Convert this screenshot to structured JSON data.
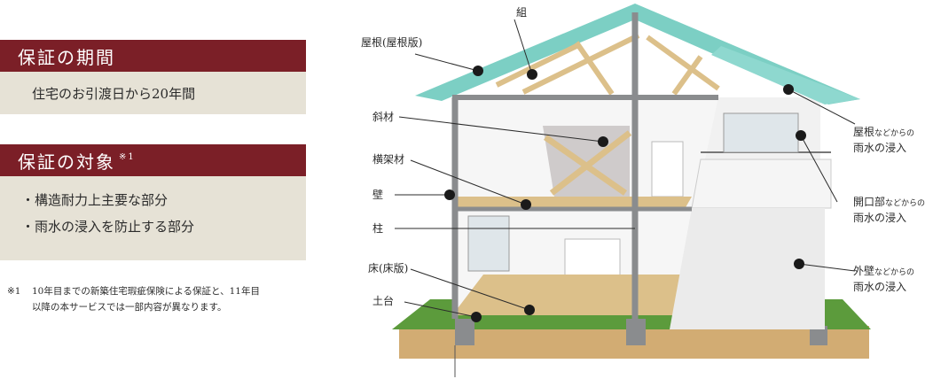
{
  "period": {
    "title": "保証の期間",
    "text": "住宅のお引渡日から20年間"
  },
  "scope": {
    "title": "保証の対象",
    "title_note": "※1",
    "items": [
      "・構造耐力上主要な部分",
      "・雨水の浸入を防止する部分"
    ]
  },
  "footnote": {
    "mark": "※1",
    "line1": "10年目までの新築住宅瑕疵保険による保証と、11年目",
    "line2": "以降の本サービスでは一部内容が異なります。"
  },
  "labels": {
    "kumi": "組",
    "yane": "屋根(屋根版)",
    "shazai": "斜材",
    "yokokazai": "横架材",
    "kabe": "壁",
    "hashira": "柱",
    "yuka": "床(床版)",
    "dodai": "土台",
    "rain_roof_main": "屋根",
    "rain_roof_small": "などからの",
    "rain_roof_line2": "雨水の浸入",
    "rain_open_main": "開口部",
    "rain_open_small": "などからの",
    "rain_open_line2": "雨水の浸入",
    "rain_wall_main": "外壁",
    "rain_wall_small": "などからの",
    "rain_wall_line2": "雨水の浸入"
  },
  "colors": {
    "band": "#7b1f27",
    "body": "#e6e2d6",
    "roof": "#7ccfc4",
    "timber": "#dcc08a",
    "ground": "#d2ac73",
    "grass": "#5c9b3c",
    "frame": "#8a8c8e"
  }
}
